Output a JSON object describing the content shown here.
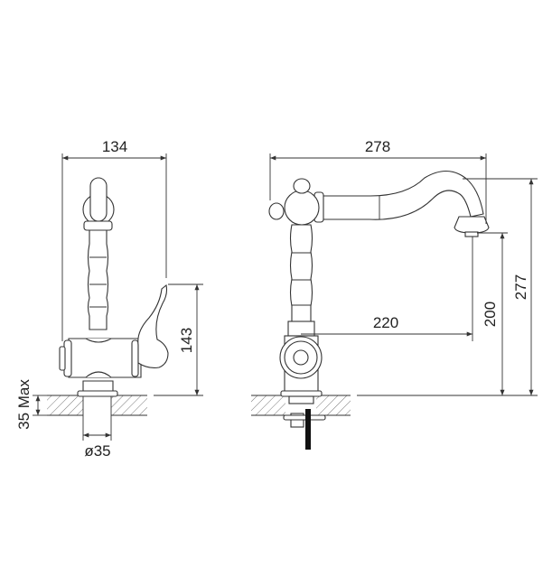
{
  "drawing": {
    "side_view": {
      "width_label": "134",
      "height_label": "143",
      "max_thickness_label": "35 Max",
      "hole_diameter_label": "ø35"
    },
    "front_view": {
      "width_label": "278",
      "reach_label": "220",
      "spout_height_label": "200",
      "total_height_label": "277"
    },
    "colors": {
      "line": "#333333",
      "hose": "#111111"
    }
  }
}
